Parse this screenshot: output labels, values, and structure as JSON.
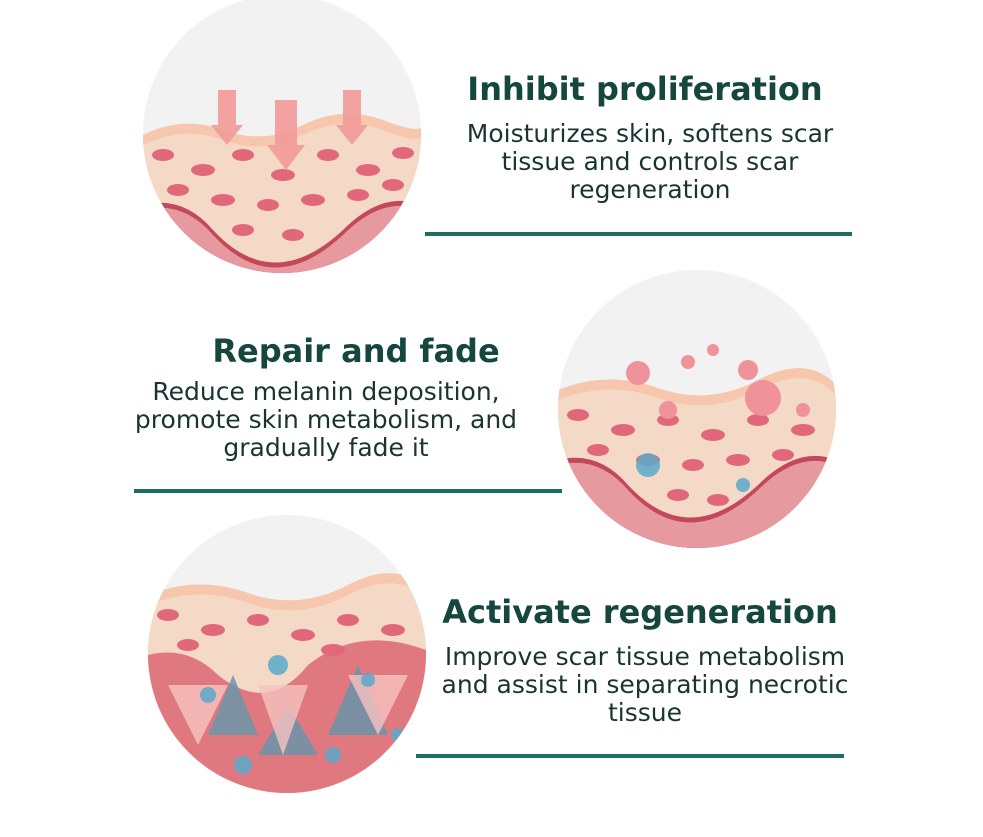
{
  "features": [
    {
      "title": "Inhibit proliferation",
      "description": "Moisturizes skin, softens scar tissue and controls scar regeneration",
      "illustration": "skin-pressure-arrows-illustration"
    },
    {
      "title": "Repair and fade",
      "description": "Reduce melanin deposition, promote skin metabolism, and gradually fade it",
      "illustration": "skin-bubbles-illustration"
    },
    {
      "title": "Activate regeneration",
      "description": "Improve scar tissue metabolism and assist in separating necrotic tissue",
      "illustration": "skin-regeneration-illustration"
    }
  ],
  "colors": {
    "title": "#15473f",
    "divider": "#1f6f61",
    "skin_top": "#f6c6ad",
    "cell": "#e1687b",
    "dermis": "#d65a68",
    "bubble": "#f0929a",
    "blue_bubble": "#5aa9c9"
  }
}
